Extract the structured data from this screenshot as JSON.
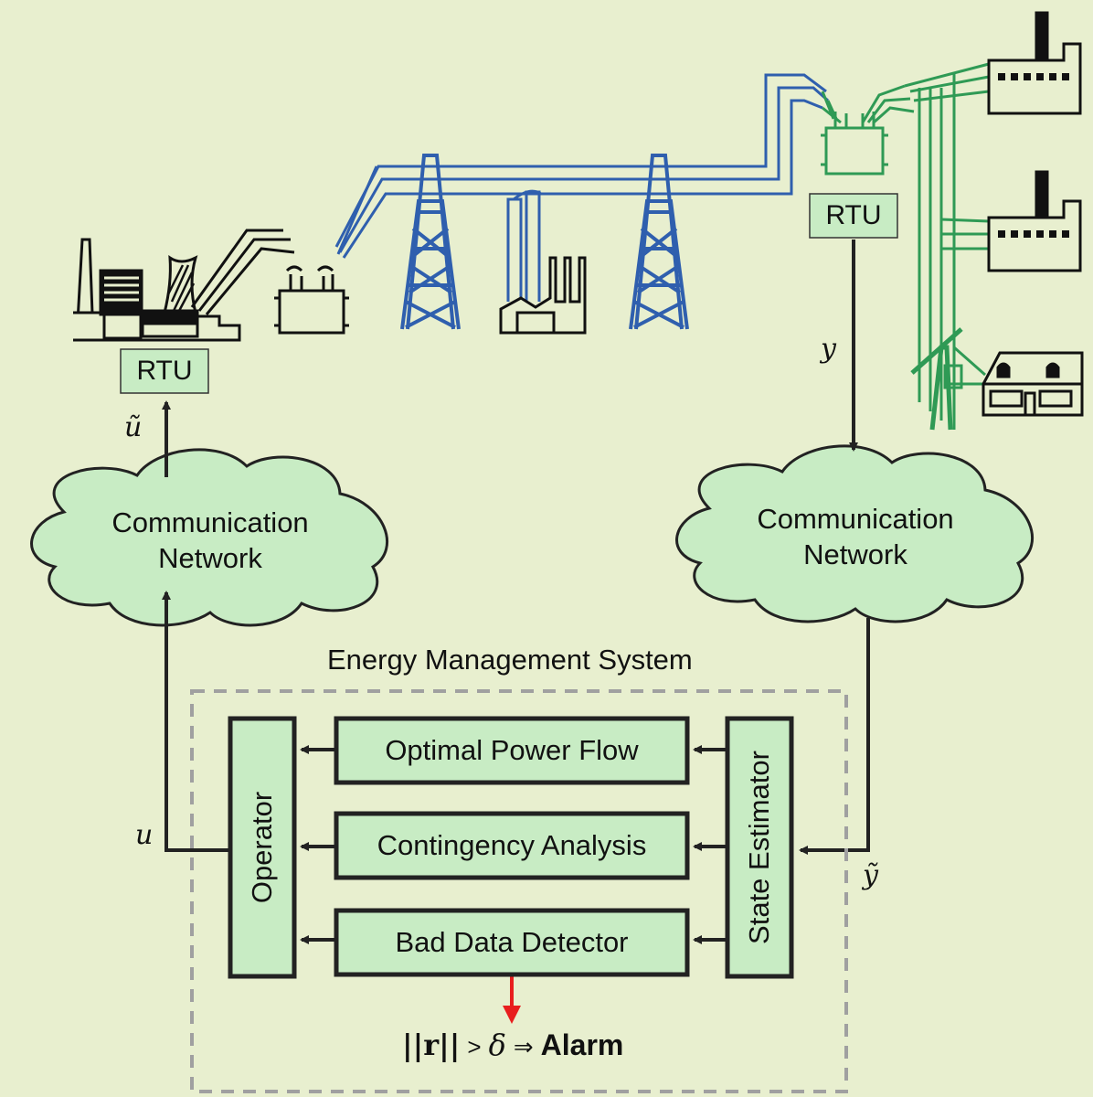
{
  "power_grid": {
    "rtu_left": "RTU",
    "rtu_right": "RTU"
  },
  "signals": {
    "u_tilde": "ũ",
    "y": "y",
    "u": "u",
    "y_tilde": "ỹ"
  },
  "networks": {
    "left": {
      "line1": "Communication",
      "line2": "Network"
    },
    "right": {
      "line1": "Communication",
      "line2": "Network"
    }
  },
  "ems": {
    "title": "Energy Management System",
    "operator": "Operator",
    "state_estimator": "State Estimator",
    "modules": [
      "Optimal Power Flow",
      "Contingency Analysis",
      "Bad Data Detector"
    ]
  },
  "alarm": {
    "norm": "||r||",
    "gt": ">",
    "delta": "δ",
    "implies": "⇒",
    "label": "Alarm"
  },
  "colors": {
    "background": "#e8efcf",
    "box_fill": "#c8ecc4",
    "transmission": "#2f5fae",
    "distribution": "#2f9a55",
    "alarm_arrow": "#e81e1e",
    "dashed_border": "#a0a0a0"
  }
}
